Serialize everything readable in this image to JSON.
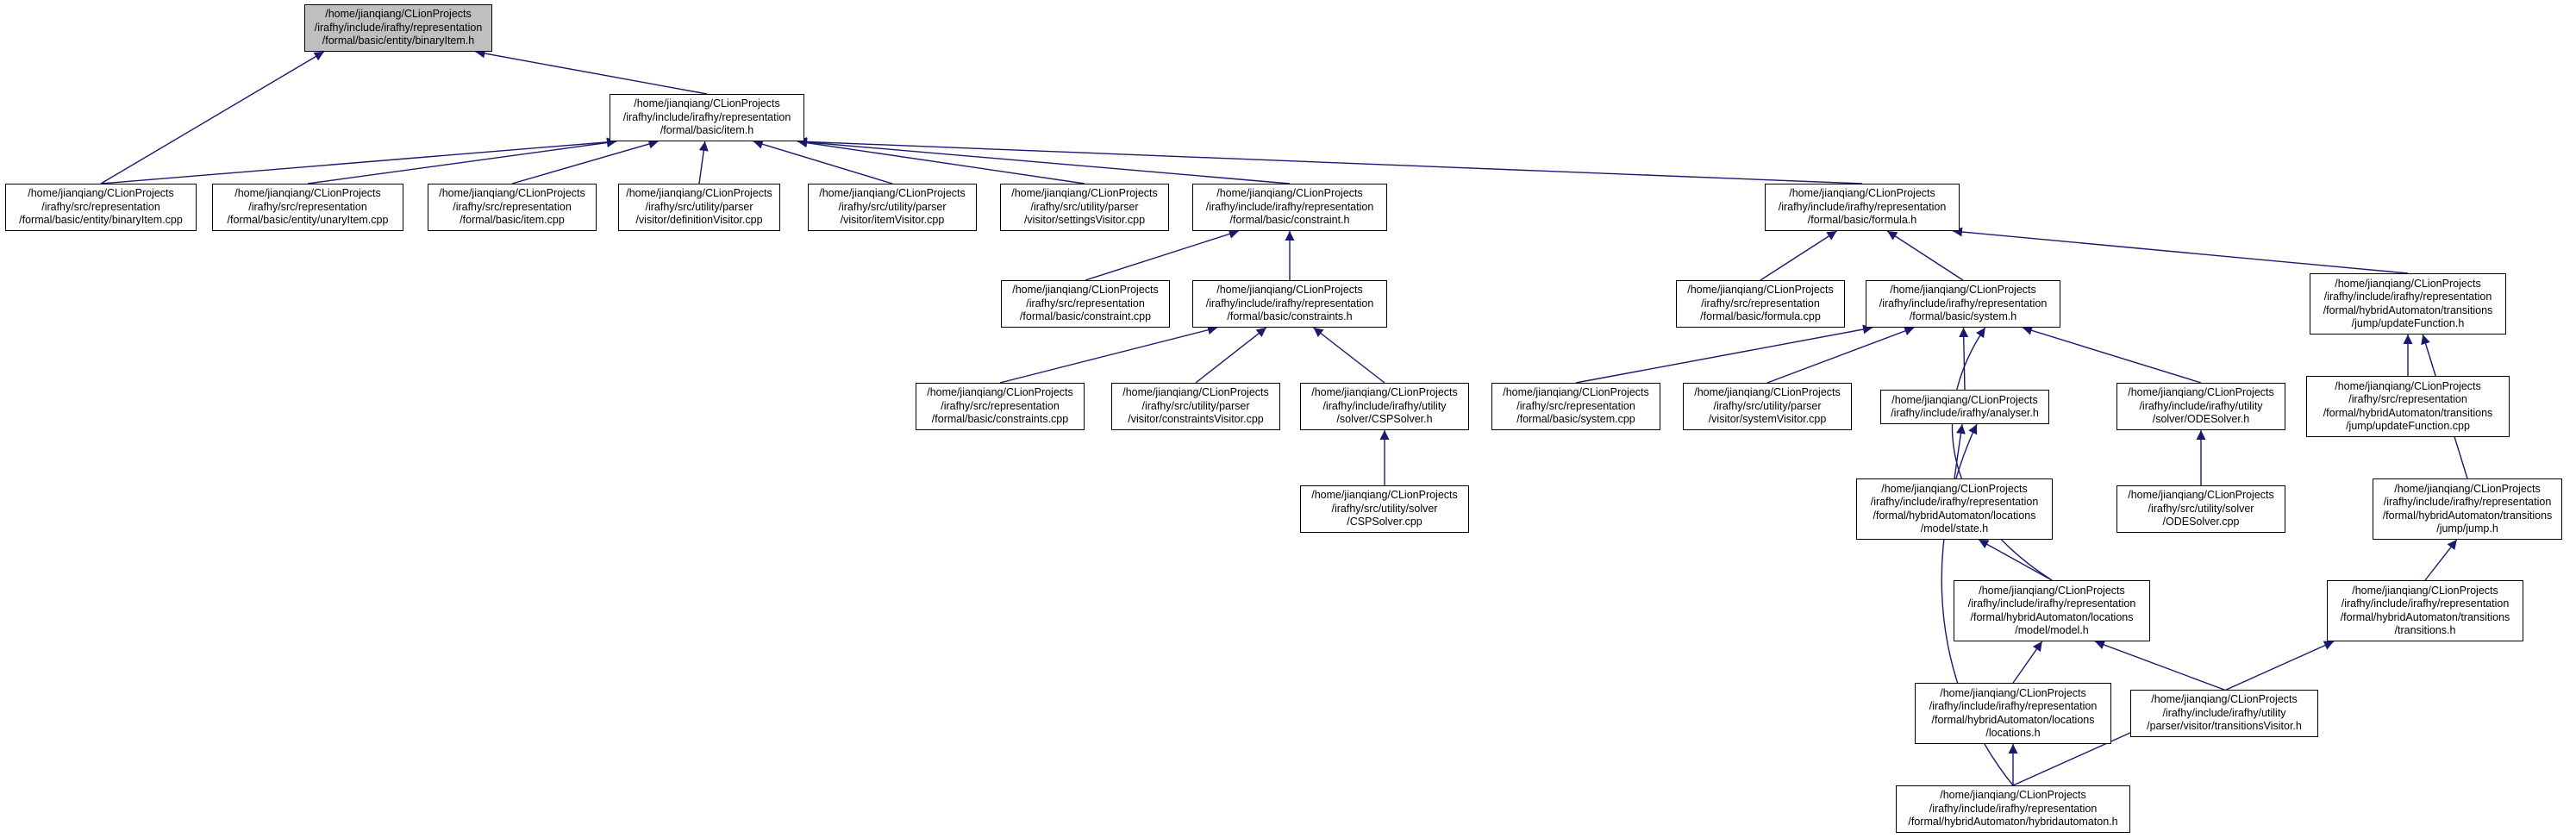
{
  "graph": {
    "edge_color": "#191970",
    "root_fill": "#bfbfbf",
    "nodes": [
      {
        "id": "binaryItem_h",
        "lines": [
          "/home/jianqiang/CLionProjects",
          "/irafhy/include/irafhy/representation",
          "/formal/basic/entity/binaryItem.h"
        ],
        "root": true
      },
      {
        "id": "item_h",
        "lines": [
          "/home/jianqiang/CLionProjects",
          "/irafhy/include/irafhy/representation",
          "/formal/basic/item.h"
        ]
      },
      {
        "id": "binaryItem_cpp",
        "lines": [
          "/home/jianqiang/CLionProjects",
          "/irafhy/src/representation",
          "/formal/basic/entity/binaryItem.cpp"
        ]
      },
      {
        "id": "unaryItem_cpp",
        "lines": [
          "/home/jianqiang/CLionProjects",
          "/irafhy/src/representation",
          "/formal/basic/entity/unaryItem.cpp"
        ]
      },
      {
        "id": "item_cpp",
        "lines": [
          "/home/jianqiang/CLionProjects",
          "/irafhy/src/representation",
          "/formal/basic/item.cpp"
        ]
      },
      {
        "id": "definitionVisitor_cpp",
        "lines": [
          "/home/jianqiang/CLionProjects",
          "/irafhy/src/utility/parser",
          "/visitor/definitionVisitor.cpp"
        ]
      },
      {
        "id": "itemVisitor_cpp",
        "lines": [
          "/home/jianqiang/CLionProjects",
          "/irafhy/src/utility/parser",
          "/visitor/itemVisitor.cpp"
        ]
      },
      {
        "id": "settingsVisitor_cpp",
        "lines": [
          "/home/jianqiang/CLionProjects",
          "/irafhy/src/utility/parser",
          "/visitor/settingsVisitor.cpp"
        ]
      },
      {
        "id": "constraint_h",
        "lines": [
          "/home/jianqiang/CLionProjects",
          "/irafhy/include/irafhy/representation",
          "/formal/basic/constraint.h"
        ]
      },
      {
        "id": "formula_h",
        "lines": [
          "/home/jianqiang/CLionProjects",
          "/irafhy/include/irafhy/representation",
          "/formal/basic/formula.h"
        ]
      },
      {
        "id": "constraint_cpp",
        "lines": [
          "/home/jianqiang/CLionProjects",
          "/irafhy/src/representation",
          "/formal/basic/constraint.cpp"
        ]
      },
      {
        "id": "constraints_h",
        "lines": [
          "/home/jianqiang/CLionProjects",
          "/irafhy/include/irafhy/representation",
          "/formal/basic/constraints.h"
        ]
      },
      {
        "id": "formula_cpp",
        "lines": [
          "/home/jianqiang/CLionProjects",
          "/irafhy/src/representation",
          "/formal/basic/formula.cpp"
        ]
      },
      {
        "id": "system_h",
        "lines": [
          "/home/jianqiang/CLionProjects",
          "/irafhy/include/irafhy/representation",
          "/formal/basic/system.h"
        ]
      },
      {
        "id": "updateFunction_h",
        "lines": [
          "/home/jianqiang/CLionProjects",
          "/irafhy/include/irafhy/representation",
          "/formal/hybridAutomaton/transitions",
          "/jump/updateFunction.h"
        ]
      },
      {
        "id": "constraints_cpp",
        "lines": [
          "/home/jianqiang/CLionProjects",
          "/irafhy/src/representation",
          "/formal/basic/constraints.cpp"
        ]
      },
      {
        "id": "constraintsVisitor_cpp",
        "lines": [
          "/home/jianqiang/CLionProjects",
          "/irafhy/src/utility/parser",
          "/visitor/constraintsVisitor.cpp"
        ]
      },
      {
        "id": "CSPSolver_h",
        "lines": [
          "/home/jianqiang/CLionProjects",
          "/irafhy/include/irafhy/utility",
          "/solver/CSPSolver.h"
        ]
      },
      {
        "id": "system_cpp",
        "lines": [
          "/home/jianqiang/CLionProjects",
          "/irafhy/src/representation",
          "/formal/basic/system.cpp"
        ]
      },
      {
        "id": "systemVisitor_cpp",
        "lines": [
          "/home/jianqiang/CLionProjects",
          "/irafhy/src/utility/parser",
          "/visitor/systemVisitor.cpp"
        ]
      },
      {
        "id": "analyser_h",
        "lines": [
          "/home/jianqiang/CLionProjects",
          "/irafhy/include/irafhy/analyser.h"
        ]
      },
      {
        "id": "ODESolver_h",
        "lines": [
          "/home/jianqiang/CLionProjects",
          "/irafhy/include/irafhy/utility",
          "/solver/ODESolver.h"
        ]
      },
      {
        "id": "updateFunction_cpp",
        "lines": [
          "/home/jianqiang/CLionProjects",
          "/irafhy/src/representation",
          "/formal/hybridAutomaton/transitions",
          "/jump/updateFunction.cpp"
        ]
      },
      {
        "id": "CSPSolver_cpp",
        "lines": [
          "/home/jianqiang/CLionProjects",
          "/irafhy/src/utility/solver",
          "/CSPSolver.cpp"
        ]
      },
      {
        "id": "state_h",
        "lines": [
          "/home/jianqiang/CLionProjects",
          "/irafhy/include/irafhy/representation",
          "/formal/hybridAutomaton/locations",
          "/model/state.h"
        ]
      },
      {
        "id": "ODESolver_cpp",
        "lines": [
          "/home/jianqiang/CLionProjects",
          "/irafhy/src/utility/solver",
          "/ODESolver.cpp"
        ]
      },
      {
        "id": "jump_h",
        "lines": [
          "/home/jianqiang/CLionProjects",
          "/irafhy/include/irafhy/representation",
          "/formal/hybridAutomaton/transitions",
          "/jump/jump.h"
        ]
      },
      {
        "id": "model_h",
        "lines": [
          "/home/jianqiang/CLionProjects",
          "/irafhy/include/irafhy/representation",
          "/formal/hybridAutomaton/locations",
          "/model/model.h"
        ]
      },
      {
        "id": "transitions_h",
        "lines": [
          "/home/jianqiang/CLionProjects",
          "/irafhy/include/irafhy/representation",
          "/formal/hybridAutomaton/transitions",
          "/transitions.h"
        ]
      },
      {
        "id": "locations_h",
        "lines": [
          "/home/jianqiang/CLionProjects",
          "/irafhy/include/irafhy/representation",
          "/formal/hybridAutomaton/locations",
          "/locations.h"
        ]
      },
      {
        "id": "transitionsVisitor_h",
        "lines": [
          "/home/jianqiang/CLionProjects",
          "/irafhy/include/irafhy/utility",
          "/parser/visitor/transitionsVisitor.h"
        ]
      },
      {
        "id": "hybridautomaton_h",
        "lines": [
          "/home/jianqiang/CLionProjects",
          "/irafhy/include/irafhy/representation",
          "/formal/hybridAutomaton/hybridautomaton.h"
        ]
      }
    ],
    "edges": [
      [
        "binaryItem_cpp",
        "binaryItem_h"
      ],
      [
        "item_h",
        "binaryItem_h"
      ],
      [
        "binaryItem_cpp",
        "item_h"
      ],
      [
        "unaryItem_cpp",
        "item_h"
      ],
      [
        "item_cpp",
        "item_h"
      ],
      [
        "definitionVisitor_cpp",
        "item_h"
      ],
      [
        "itemVisitor_cpp",
        "item_h"
      ],
      [
        "settingsVisitor_cpp",
        "item_h"
      ],
      [
        "constraint_h",
        "item_h"
      ],
      [
        "formula_h",
        "item_h"
      ],
      [
        "constraint_cpp",
        "constraint_h"
      ],
      [
        "constraints_h",
        "constraint_h"
      ],
      [
        "constraints_cpp",
        "constraints_h"
      ],
      [
        "constraintsVisitor_cpp",
        "constraints_h"
      ],
      [
        "CSPSolver_h",
        "constraints_h"
      ],
      [
        "CSPSolver_cpp",
        "CSPSolver_h"
      ],
      [
        "formula_cpp",
        "formula_h"
      ],
      [
        "system_h",
        "formula_h"
      ],
      [
        "updateFunction_h",
        "formula_h"
      ],
      [
        "system_cpp",
        "system_h"
      ],
      [
        "systemVisitor_cpp",
        "system_h"
      ],
      [
        "analyser_h",
        "system_h"
      ],
      [
        "ODESolver_h",
        "system_h"
      ],
      [
        "model_h",
        "system_h"
      ],
      [
        "ODESolver_cpp",
        "ODESolver_h"
      ],
      [
        "state_h",
        "analyser_h"
      ],
      [
        "hybridautomaton_h",
        "analyser_h"
      ],
      [
        "model_h",
        "state_h"
      ],
      [
        "locations_h",
        "model_h"
      ],
      [
        "transitionsVisitor_h",
        "model_h"
      ],
      [
        "hybridautomaton_h",
        "locations_h"
      ],
      [
        "updateFunction_cpp",
        "updateFunction_h"
      ],
      [
        "jump_h",
        "updateFunction_h"
      ],
      [
        "transitions_h",
        "jump_h"
      ],
      [
        "hybridautomaton_h",
        "transitions_h"
      ]
    ]
  }
}
